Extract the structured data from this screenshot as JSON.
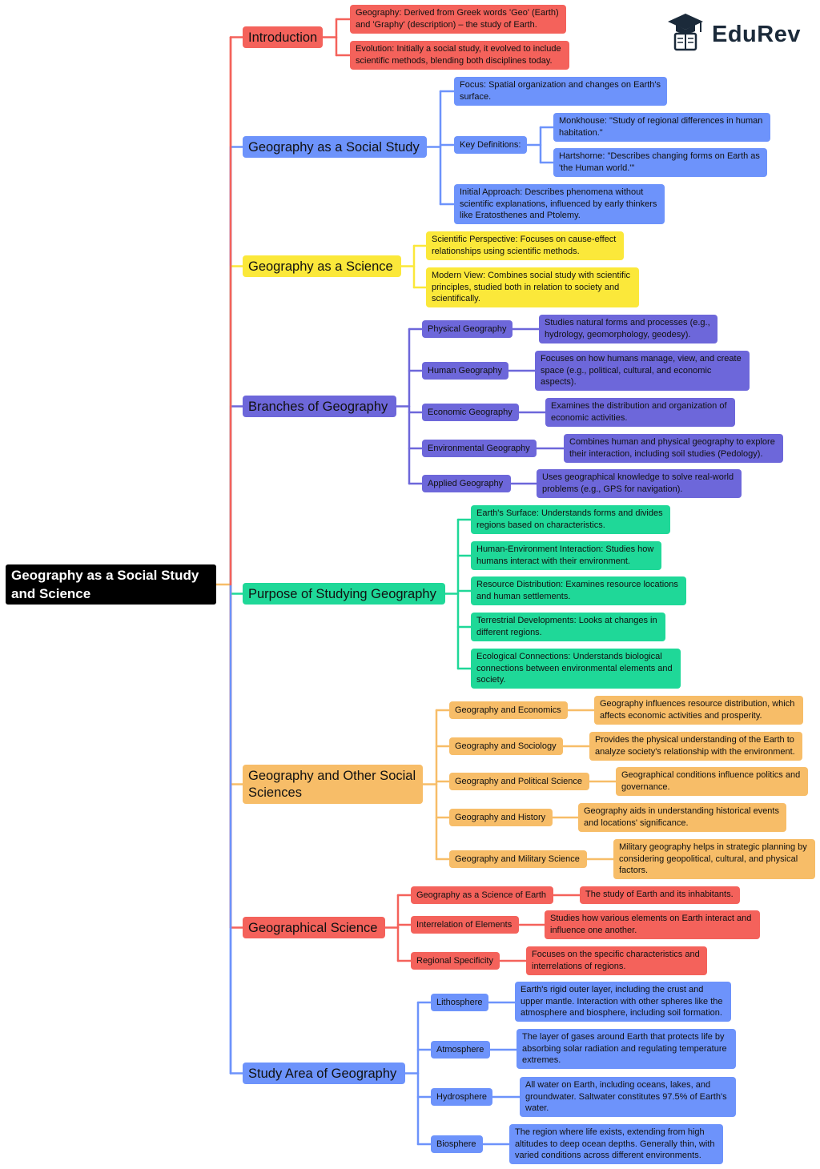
{
  "brand": {
    "name": "EduRev"
  },
  "colors": {
    "root": "#000000",
    "introduction": "#f4625b",
    "social_study": "#6d93fb",
    "science": "#fbe83a",
    "branches": "#6d67da",
    "purpose": "#1fd898",
    "other_sciences": "#f7bd68",
    "geo_science": "#f4625b",
    "study_area": "#6d93fb"
  },
  "root": {
    "title": "Geography as a Social Study and Science"
  },
  "introduction": {
    "title": "Introduction",
    "leaves": [
      "Geography: Derived from Greek words 'Geo' (Earth) and 'Graphy' (description) – the study of Earth.",
      "Evolution: Initially a social study, it evolved to include scientific methods, blending both disciplines today."
    ]
  },
  "social_study": {
    "title": "Geography as a Social Study",
    "focus": "Focus: Spatial organization and changes on Earth's surface.",
    "key_definitions": {
      "label": "Key Definitions:",
      "leaves": [
        "Monkhouse: \"Study of regional differences in human habitation.\"",
        "Hartshorne: \"Describes changing forms on Earth as 'the Human world.'\""
      ]
    },
    "initial_approach": "Initial Approach: Describes phenomena without scientific explanations, influenced by early thinkers like Eratosthenes and Ptolemy."
  },
  "science": {
    "title": "Geography as a Science",
    "leaves": [
      "Scientific Perspective: Focuses on cause-effect relationships using scientific methods.",
      "Modern View: Combines social study with scientific principles, studied both in relation to society and scientifically."
    ]
  },
  "branches": {
    "title": "Branches of Geography",
    "items": [
      {
        "label": "Physical Geography",
        "detail": "Studies natural forms and processes (e.g., hydrology, geomorphology, geodesy)."
      },
      {
        "label": "Human Geography",
        "detail": "Focuses on how humans manage, view, and create space (e.g., political, cultural, and economic aspects)."
      },
      {
        "label": "Economic Geography",
        "detail": "Examines the distribution and organization of economic activities."
      },
      {
        "label": "Environmental Geography",
        "detail": "Combines human and physical geography to explore their interaction, including soil studies (Pedology)."
      },
      {
        "label": "Applied Geography",
        "detail": "Uses geographical knowledge to solve real-world problems (e.g., GPS for navigation)."
      }
    ]
  },
  "purpose": {
    "title": "Purpose of Studying Geography",
    "leaves": [
      "Earth's Surface: Understands forms and divides regions based on characteristics.",
      "Human-Environment Interaction: Studies how humans interact with their environment.",
      "Resource Distribution: Examines resource locations and human settlements.",
      "Terrestrial Developments: Looks at changes in different regions.",
      "Ecological Connections: Understands biological connections between environmental elements and society."
    ]
  },
  "other_sciences": {
    "title": "Geography and Other Social Sciences",
    "items": [
      {
        "label": "Geography and Economics",
        "detail": "Geography influences resource distribution, which affects economic activities and prosperity."
      },
      {
        "label": "Geography and Sociology",
        "detail": "Provides the physical understanding of the Earth to analyze society's relationship with the environment."
      },
      {
        "label": "Geography and Political Science",
        "detail": "Geographical conditions influence politics and governance."
      },
      {
        "label": "Geography and History",
        "detail": "Geography aids in understanding historical events and locations' significance."
      },
      {
        "label": "Geography and Military Science",
        "detail": "Military geography helps in strategic planning by considering geopolitical, cultural, and physical factors."
      }
    ]
  },
  "geo_science": {
    "title": "Geographical Science",
    "items": [
      {
        "label": "Geography as a Science of Earth",
        "detail": "The study of Earth and its inhabitants."
      },
      {
        "label": "Interrelation of Elements",
        "detail": "Studies how various elements on Earth interact and influence one another."
      },
      {
        "label": "Regional Specificity",
        "detail": "Focuses on the specific characteristics and interrelations of regions."
      }
    ]
  },
  "study_area": {
    "title": "Study Area of Geography",
    "items": [
      {
        "label": "Lithosphere",
        "detail": "Earth's rigid outer layer, including the crust and upper mantle. Interaction with other spheres like the atmosphere and biosphere, including soil formation."
      },
      {
        "label": "Atmosphere",
        "detail": "The layer of gases around Earth that protects life by absorbing solar radiation and regulating temperature extremes."
      },
      {
        "label": "Hydrosphere",
        "detail": "All water on Earth, including oceans, lakes, and groundwater. Saltwater constitutes 97.5% of Earth's water."
      },
      {
        "label": "Biosphere",
        "detail": "The region where life exists, extending from high altitudes to deep ocean depths. Generally thin, with varied conditions across different environments."
      }
    ]
  }
}
